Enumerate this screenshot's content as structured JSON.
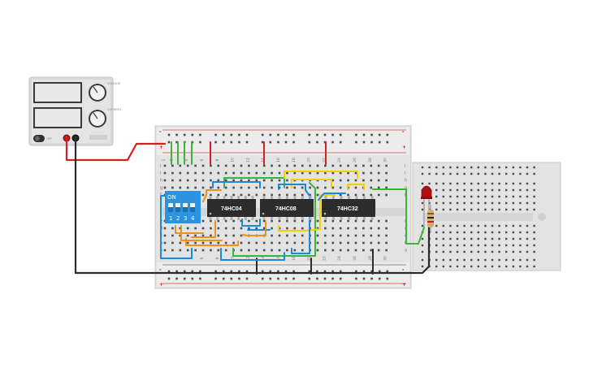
{
  "chips": {
    "chip1": "74HC04",
    "chip2": "74HC08",
    "chip3": "74HC32"
  },
  "dip_switch": {
    "on_label": "ON",
    "positions": [
      "1",
      "2",
      "3",
      "4"
    ]
  },
  "power_supply": {
    "knob1_text": "VOLTAGE",
    "knob2_text": "CURRENT",
    "button_text": "OFF"
  },
  "breadboard": {
    "row_letters": [
      "a",
      "b",
      "c",
      "d",
      "e",
      "f",
      "g",
      "h",
      "i",
      "j"
    ],
    "columns": [
      "1",
      "2",
      "3",
      "4",
      "5",
      "6",
      "7",
      "8",
      "9",
      "10",
      "11",
      "12",
      "13",
      "14",
      "15",
      "16",
      "17",
      "18",
      "19",
      "20",
      "21",
      "22",
      "23",
      "24",
      "25",
      "26",
      "27",
      "28",
      "29",
      "30"
    ],
    "rail_plus": "+",
    "rail_minus": "-"
  },
  "colors": {
    "wire_red": "#d42020",
    "wire_black": "#2b2b2b",
    "wire_green": "#3cb43c",
    "wire_blue": "#1e88d8",
    "wire_yellow": "#f0d000",
    "wire_orange": "#f0901c",
    "chip": "#2c2c2c",
    "dip_blue": "#2b93e0",
    "led_red": "#b01010",
    "board": "#e6e6e6"
  }
}
